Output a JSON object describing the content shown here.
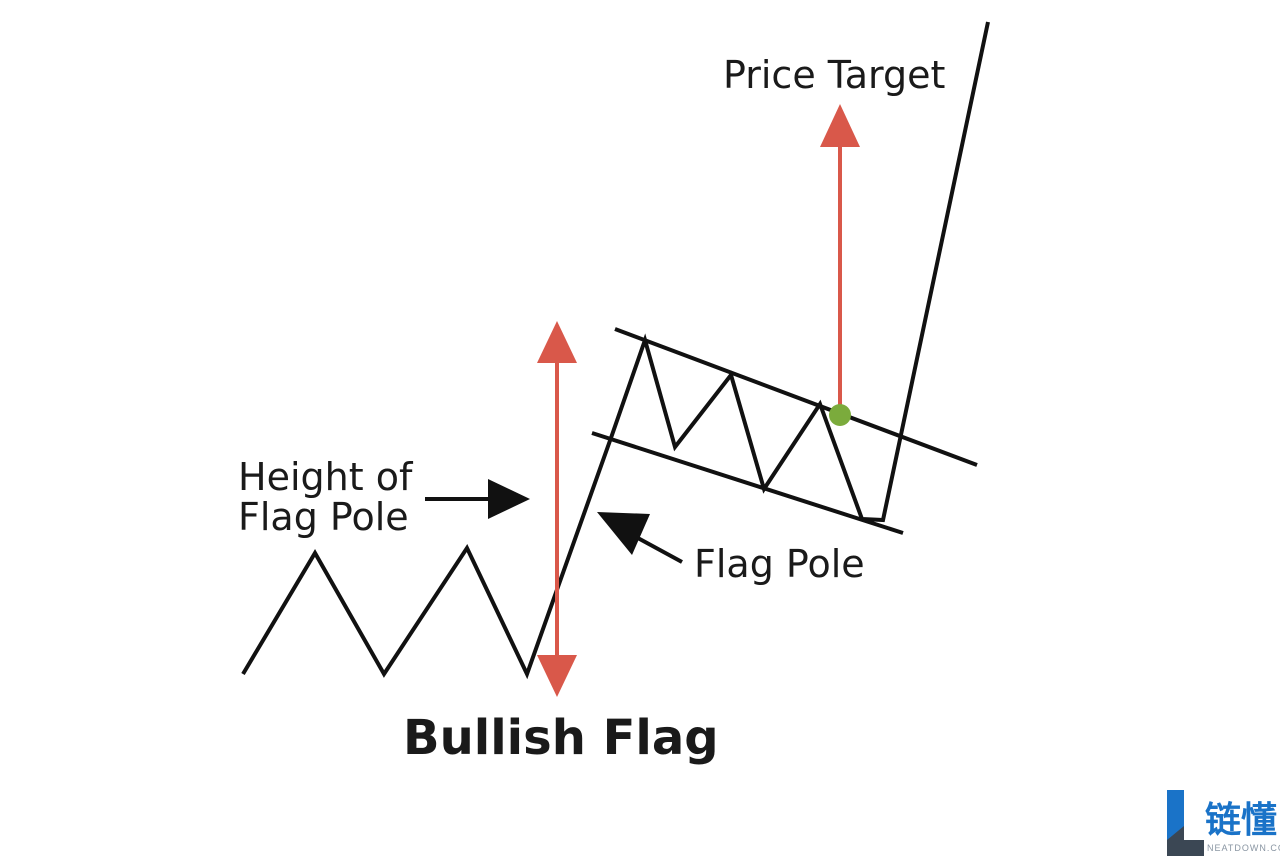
{
  "title": "Bullish Flag",
  "labels": {
    "price_target": "Price Target",
    "height_line1": "Height of",
    "height_line2": "Flag Pole",
    "flag_pole": "Flag Pole"
  },
  "logo": {
    "cn": "链懂",
    "en": "NEATDOWN.COM"
  },
  "colors": {
    "line": "#111111",
    "arrow_red": "#d9584a",
    "breakout_green": "#7bab3c",
    "logo_blue": "#1a73c8",
    "logo_dark": "#3b4754"
  }
}
